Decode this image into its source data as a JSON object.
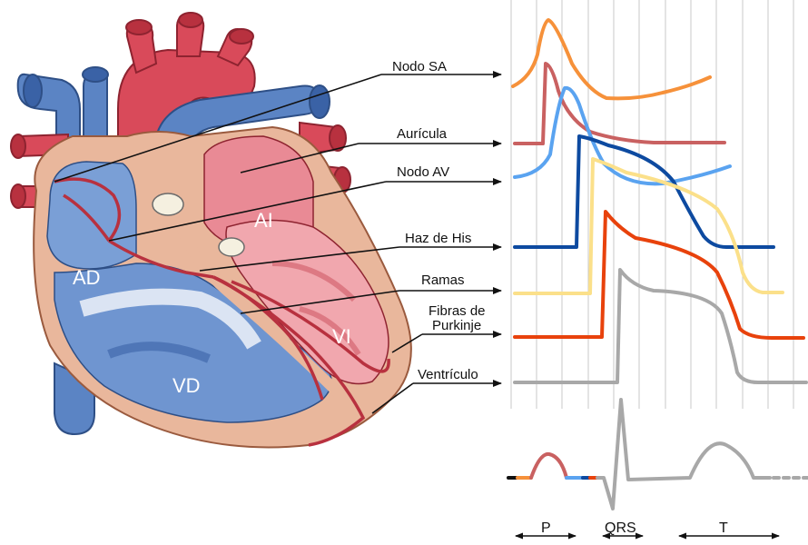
{
  "heart": {
    "chambers": {
      "ra": "AD",
      "la": "AI",
      "rv": "VD",
      "lv": "VI"
    }
  },
  "labels": {
    "sa_node": "Nodo SA",
    "atrium": "Aurícula",
    "av_node": "Nodo AV",
    "his_bundle": "Haz de His",
    "branches": "Ramas",
    "purkinje_line1": "Fibras de",
    "purkinje_line2": "Purkinje",
    "ventricle": "Ventrículo"
  },
  "ecg": {
    "p": "P",
    "qrs": "QRS",
    "t": "T"
  },
  "colors": {
    "sa_node": "#f6913a",
    "atrium": "#c96161",
    "av_node": "#5aa3f0",
    "his_bundle": "#0d4aa0",
    "branches": "#fbe08a",
    "purkinje": "#e8420c",
    "ventricle": "#a8a8a8",
    "blue_vessel": "#5b84c4",
    "red_vessel": "#d94a5a",
    "wall": "#e9b79c"
  }
}
